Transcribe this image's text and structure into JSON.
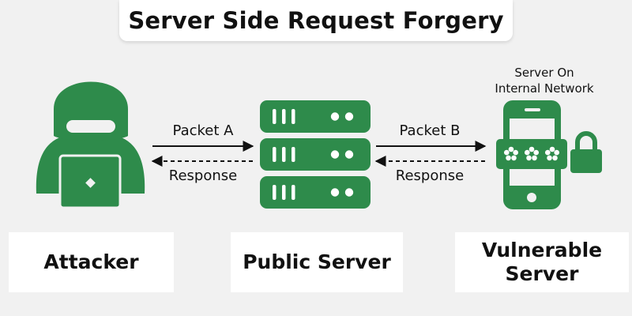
{
  "title": "Server Side Request Forgery",
  "arrows": {
    "packet_a": "Packet A",
    "packet_b": "Packet B",
    "response_left": "Response",
    "response_right": "Response"
  },
  "internal_caption": {
    "line1": "Server On",
    "line2": "Internal Network"
  },
  "cards": {
    "attacker": "Attacker",
    "public_server": "Public Server",
    "vulnerable_line1": "Vulnerable",
    "vulnerable_line2": "Server"
  },
  "icons": {
    "attacker": "hacker-icon",
    "public_server": "server-rack-icon",
    "vulnerable_server": "phone-password-icon",
    "lock": "lock-icon"
  },
  "colors": {
    "accent": "#2e8b4b",
    "background": "#f1f1f1",
    "card": "#ffffff",
    "text": "#111111"
  }
}
